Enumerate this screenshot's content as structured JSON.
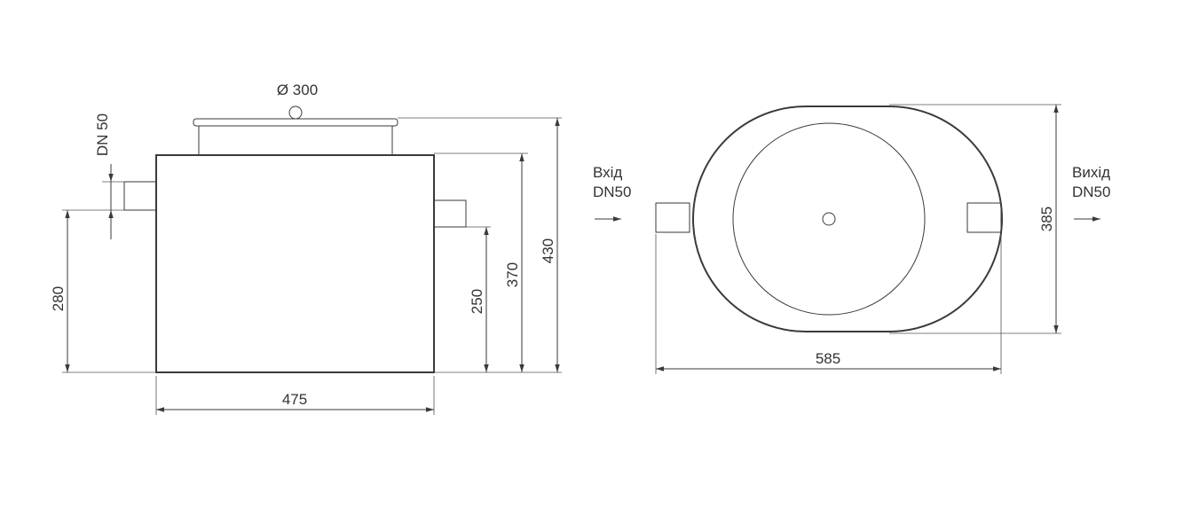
{
  "side_view": {
    "lid_diameter": "Ø 300",
    "pipe_size": "DN 50",
    "inlet_height": "280",
    "outlet_height": "250",
    "body_height": "370",
    "total_height": "430",
    "width": "475"
  },
  "top_view": {
    "inlet_label_1": "Вхід",
    "inlet_label_2": "DN50",
    "outlet_label_1": "Вихід",
    "outlet_label_2": "DN50",
    "depth": "385",
    "length": "585"
  },
  "colors": {
    "line": "#3a3a3a",
    "text": "#333333",
    "background": "#ffffff"
  }
}
